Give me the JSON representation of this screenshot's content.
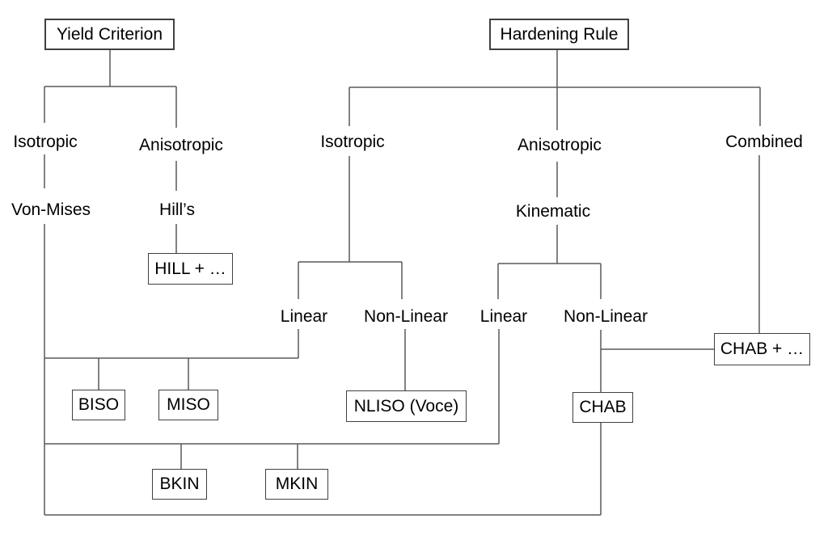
{
  "diagram_type": "tree-flowchart",
  "colors": {
    "background": "#ffffff",
    "connector": "#595959",
    "box_border": "#404040",
    "text": "#000000"
  },
  "nodes": {
    "yield_criterion": "Yield Criterion",
    "hardening_rule": "Hardening Rule",
    "yc_isotropic": "Isotropic",
    "yc_anisotropic": "Anisotropic",
    "von_mises": "Von-Mises",
    "hills": "Hill’s",
    "hill_box": "HILL + …",
    "hr_isotropic": "Isotropic",
    "hr_anisotropic": "Anisotropic",
    "hr_combined": "Combined",
    "kinematic": "Kinematic",
    "iso_linear": "Linear",
    "iso_nonlinear": "Non-Linear",
    "kin_linear": "Linear",
    "kin_nonlinear": "Non-Linear",
    "biso": "BISO",
    "miso": "MISO",
    "nliso": "NLISO (Voce)",
    "chab": "CHAB",
    "chab_plus": "CHAB + …",
    "bkin": "BKIN",
    "mkin": "MKIN"
  },
  "connections": [
    "Yield Criterion -> Isotropic",
    "Yield Criterion -> Anisotropic",
    "Isotropic (yield) -> Von-Mises",
    "Anisotropic (yield) -> Hill's",
    "Hill's -> HILL + ...",
    "Hardening Rule -> Isotropic",
    "Hardening Rule -> Anisotropic",
    "Hardening Rule -> Combined",
    "Isotropic (hardening) -> Linear",
    "Isotropic (hardening) -> Non-Linear",
    "Anisotropic (hardening) -> Kinematic",
    "Kinematic -> Linear",
    "Kinematic -> Non-Linear",
    "Linear (isotropic) + Von-Mises rail -> BISO, MISO",
    "Non-Linear (isotropic) -> NLISO (Voce)",
    "Linear (kinematic) + Von-Mises rail -> BKIN, MKIN",
    "Non-Linear (kinematic) -> CHAB",
    "Non-Linear (kinematic) + Combined -> CHAB + ...",
    "Von-Mises bottom rail -> CHAB"
  ]
}
